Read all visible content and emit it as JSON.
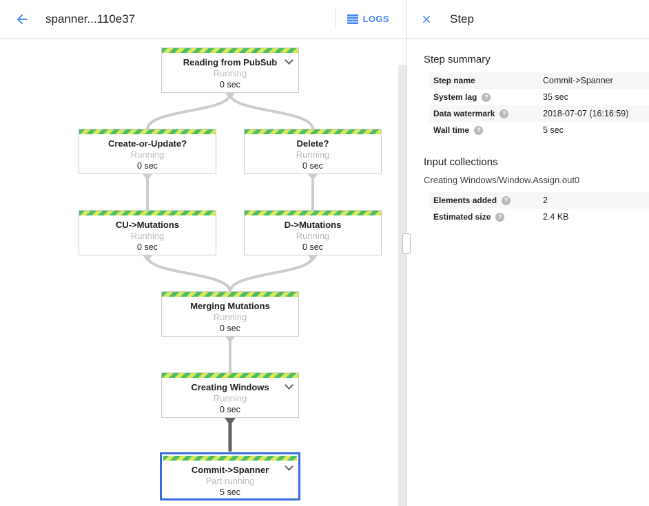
{
  "header": {
    "title": "spanner...110e37",
    "logs_label": "LOGS"
  },
  "panel": {
    "title": "Step",
    "summary": {
      "heading": "Step summary",
      "rows": [
        {
          "label": "Step name",
          "value": "Commit->Spanner",
          "help": false
        },
        {
          "label": "System lag",
          "value": "35 sec",
          "help": true
        },
        {
          "label": "Data watermark",
          "value": "2018-07-07 (16:16:59)",
          "help": true
        },
        {
          "label": "Wall time",
          "value": "5 sec",
          "help": true
        }
      ]
    },
    "input_collections": {
      "heading": "Input collections",
      "collection_name": "Creating Windows/Window.Assign.out0",
      "rows": [
        {
          "label": "Elements added",
          "value": "2",
          "help": true
        },
        {
          "label": "Estimated size",
          "value": "2.4 KB",
          "help": true
        }
      ]
    }
  },
  "graph": {
    "nodes": [
      {
        "id": "reading-from-pubsub",
        "name": "Reading from PubSub",
        "status": "Running",
        "duration": "0 sec",
        "expandable": true,
        "selected": false
      },
      {
        "id": "create-or-update",
        "name": "Create-or-Update?",
        "status": "Running",
        "duration": "0 sec",
        "expandable": false,
        "selected": false
      },
      {
        "id": "delete",
        "name": "Delete?",
        "status": "Running",
        "duration": "0 sec",
        "expandable": false,
        "selected": false
      },
      {
        "id": "cu-mutations",
        "name": "CU->Mutations",
        "status": "Running",
        "duration": "0 sec",
        "expandable": false,
        "selected": false
      },
      {
        "id": "d-mutations",
        "name": "D->Mutations",
        "status": "Running",
        "duration": "0 sec",
        "expandable": false,
        "selected": false
      },
      {
        "id": "merging-mutations",
        "name": "Merging Mutations",
        "status": "Running",
        "duration": "0 sec",
        "expandable": false,
        "selected": false
      },
      {
        "id": "creating-windows",
        "name": "Creating Windows",
        "status": "Running",
        "duration": "0 sec",
        "expandable": true,
        "selected": false
      },
      {
        "id": "commit-spanner",
        "name": "Commit->Spanner",
        "status": "Part running",
        "duration": "5 sec",
        "expandable": true,
        "selected": true
      }
    ]
  },
  "colors": {
    "accent": "#4285f4",
    "selected_border": "#3b6adf",
    "stripe_light": "#d6e85c",
    "stripe_dark": "#4ebd66",
    "edge": "#cccccc",
    "edge_selected": "#616161"
  }
}
